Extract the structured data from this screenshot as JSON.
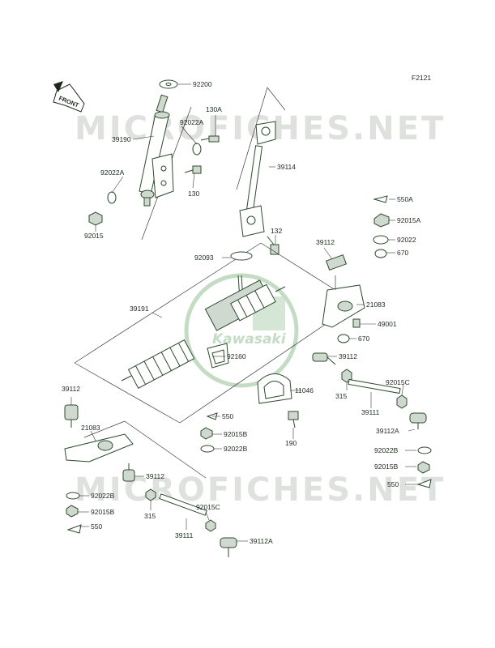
{
  "figure_code": "F2121",
  "front_label": "FRONT",
  "watermark_text": "MICROFICHES.NET",
  "logo_text": "Kawasaki",
  "colors": {
    "ink": "#1c2a1c",
    "part_stroke": "#2d4a2d",
    "watermark": "#d4d8d4",
    "logo": "#c4dbc4"
  },
  "labels": {
    "l92200": "92200",
    "l130A": "130A",
    "l92022A_top": "92022A",
    "l39190": "39190",
    "l92022A_left": "92022A",
    "l130": "130",
    "l92015_left": "92015",
    "l39114": "39114",
    "l132": "132",
    "l550A": "550A",
    "l92015A": "92015A",
    "l92022_right": "92022",
    "l670_top": "670",
    "l39112_top": "39112",
    "l92093": "92093",
    "l21083_right": "21083",
    "l39191": "39191",
    "l49001": "49001",
    "l670_bottom": "670",
    "l92160": "92160",
    "l39112_mid": "39112",
    "l92015C_right": "92015C",
    "l11046": "11046",
    "l315_right": "315",
    "l39111_right": "39111",
    "l39112_left": "39112",
    "l550_mid": "550",
    "l39112A_right": "39112A",
    "l92015B_mid": "92015B",
    "l190": "190",
    "l21083_left": "21083",
    "l92022B_mid": "92022B",
    "l92022B_right": "92022B",
    "l92015B_right": "92015B",
    "l39112_low": "39112",
    "l550_right": "550",
    "l92022B_left": "92022B",
    "l315_left": "315",
    "l92015C_left": "92015C",
    "l92015B_left": "92015B",
    "l550_left": "550",
    "l39111_left": "39111",
    "l39112A_left": "39112A"
  }
}
